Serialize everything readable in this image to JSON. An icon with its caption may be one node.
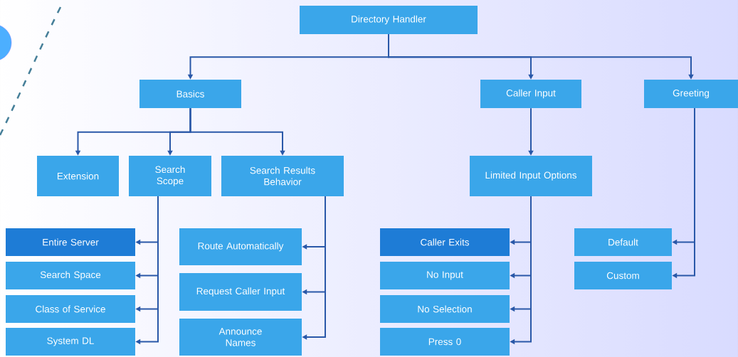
{
  "diagram": {
    "nodes": [
      {
        "text": [
          "Directory Handler"
        ]
      },
      {
        "text": [
          "Basics"
        ]
      },
      {
        "text": [
          "Caller Input"
        ]
      },
      {
        "text": [
          "Greeting"
        ]
      },
      {
        "text": [
          "Extension"
        ]
      },
      {
        "text": [
          "Search Scope"
        ]
      },
      {
        "text": [
          "Search Results Behavior"
        ]
      },
      {
        "text": [
          "Limited Input Options"
        ]
      },
      {
        "text": [
          "Entire Server"
        ]
      },
      {
        "text": [
          "Search Space"
        ]
      },
      {
        "text": [
          "Class of Service"
        ]
      },
      {
        "text": [
          "System DL"
        ]
      },
      {
        "text": [
          "Route Automatically"
        ]
      },
      {
        "text": [
          "Request Caller Input"
        ]
      },
      {
        "text": [
          "Announce Names"
        ]
      },
      {
        "text": [
          "Caller Exits"
        ]
      },
      {
        "text": [
          "No Input"
        ]
      },
      {
        "text": [
          "No Selection"
        ]
      },
      {
        "text": [
          "Press 0"
        ]
      },
      {
        "text": [
          "Default"
        ]
      },
      {
        "text": [
          "Custom"
        ]
      }
    ],
    "edges": [
      {
        "from": 0,
        "to": 1,
        "arrow": "to"
      },
      {
        "from": 0,
        "to": 2,
        "arrow": "to"
      },
      {
        "from": 0,
        "to": 3,
        "arrow": "to"
      },
      {
        "from": 1,
        "to": 4,
        "arrow": "to"
      },
      {
        "from": 1,
        "to": 5,
        "arrow": "to"
      },
      {
        "from": 1,
        "to": 6,
        "arrow": "to"
      },
      {
        "from": 2,
        "to": 7,
        "arrow": "to"
      },
      {
        "from": 5,
        "to": 8,
        "arrow": "to"
      },
      {
        "from": 5,
        "to": 9,
        "arrow": "to"
      },
      {
        "from": 5,
        "to": 10,
        "arrow": "to"
      },
      {
        "from": 5,
        "to": 11,
        "arrow": "to"
      },
      {
        "from": 6,
        "to": 12,
        "arrow": "to"
      },
      {
        "from": 6,
        "to": 13,
        "arrow": "to"
      },
      {
        "from": 6,
        "to": 14,
        "arrow": "to"
      },
      {
        "from": 7,
        "to": 15,
        "arrow": "to"
      },
      {
        "from": 7,
        "to": 16,
        "arrow": "to"
      },
      {
        "from": 7,
        "to": 17,
        "arrow": "to"
      },
      {
        "from": 7,
        "to": 18,
        "arrow": "to"
      },
      {
        "from": 3,
        "to": 19,
        "arrow": "to"
      },
      {
        "from": 3,
        "to": 20,
        "arrow": "to"
      }
    ]
  }
}
